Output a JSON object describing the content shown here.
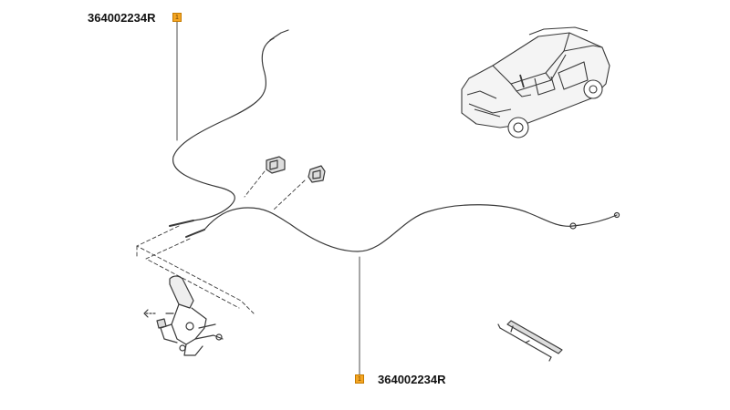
{
  "callouts": [
    {
      "part_number": "364002234R",
      "marker": "1"
    },
    {
      "part_number": "364002234R",
      "marker": "1"
    }
  ],
  "colors": {
    "marker": "#f5a623",
    "line": "#3a3a3a"
  }
}
